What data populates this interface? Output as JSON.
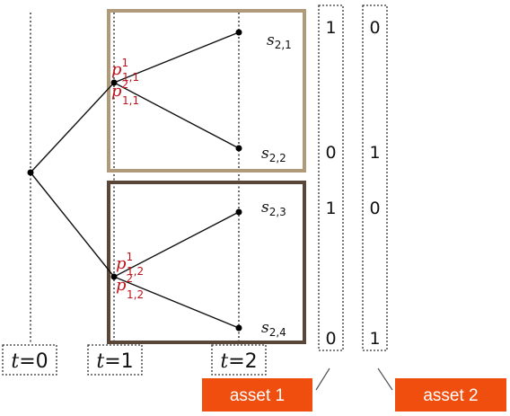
{
  "time_labels": [
    {
      "var": "t",
      "value": "=0"
    },
    {
      "var": "t",
      "value": "=1"
    },
    {
      "var": "t",
      "value": "=2"
    }
  ],
  "states": [
    {
      "base": "s",
      "sub": "2,1"
    },
    {
      "base": "s",
      "sub": "2,2"
    },
    {
      "base": "s",
      "sub": "2,3"
    },
    {
      "base": "s",
      "sub": "2,4"
    }
  ],
  "probabilities": {
    "upper": [
      {
        "base": "p",
        "sup": "1",
        "sub": "1,1"
      },
      {
        "base": "p",
        "sup": "2",
        "sub": "1,1"
      }
    ],
    "lower": [
      {
        "base": "p",
        "sup": "1",
        "sub": "1,2"
      },
      {
        "base": "p",
        "sup": "2",
        "sub": "1,2"
      }
    ]
  },
  "assets": [
    {
      "label": "asset 1",
      "payoffs": [
        "1",
        "0",
        "1",
        "0"
      ]
    },
    {
      "label": "asset 2",
      "payoffs": [
        "0",
        "1",
        "0",
        "1"
      ]
    }
  ],
  "colors": {
    "upper_box": "#b09a7a",
    "lower_box": "#5a4636",
    "probability_text": "#c0141b",
    "asset_label_bg": "#f04e0e"
  }
}
